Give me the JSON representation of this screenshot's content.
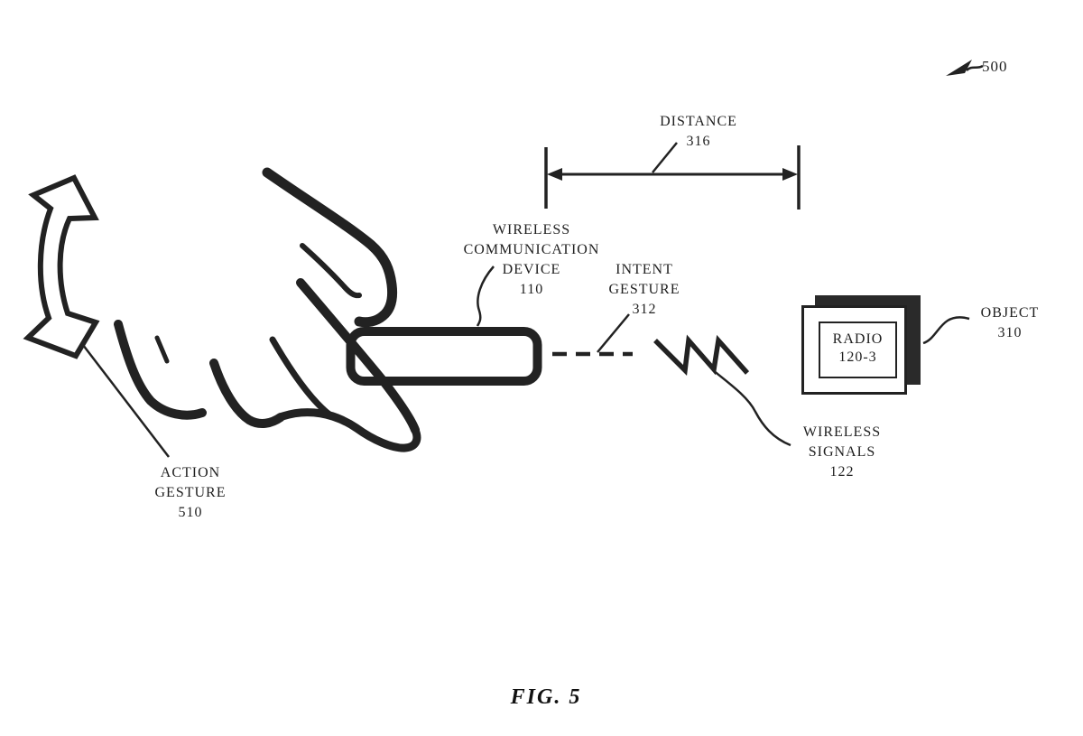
{
  "figure": {
    "caption": "FIG. 5",
    "reference_number": "500"
  },
  "colors": {
    "ink": "#1f1f1f",
    "paper": "#ffffff"
  },
  "labels": {
    "distance": {
      "lines": [
        "DISTANCE",
        "316"
      ]
    },
    "wireless_communication_device": {
      "lines": [
        "WIRELESS",
        "COMMUNICATION",
        "DEVICE",
        "110"
      ]
    },
    "intent_gesture": {
      "lines": [
        "INTENT",
        "GESTURE",
        "312"
      ]
    },
    "object": {
      "lines": [
        "OBJECT",
        "310"
      ]
    },
    "radio": {
      "lines": [
        "RADIO",
        "120-3"
      ]
    },
    "wireless_signals": {
      "lines": [
        "WIRELESS",
        "SIGNALS",
        "122"
      ]
    },
    "action_gesture": {
      "lines": [
        "ACTION",
        "GESTURE",
        "510"
      ]
    }
  },
  "icons": {
    "reference_pointer": "arrow-pointing-down-left",
    "action_gesture_arrow": "curved-double-headed-arrow",
    "distance_dimension": "horizontal-double-headed-arrow-with-extension-lines",
    "wireless_signals_symbol": "zigzag-lightning",
    "intent_gesture_line": "dashed-pointing-line"
  }
}
